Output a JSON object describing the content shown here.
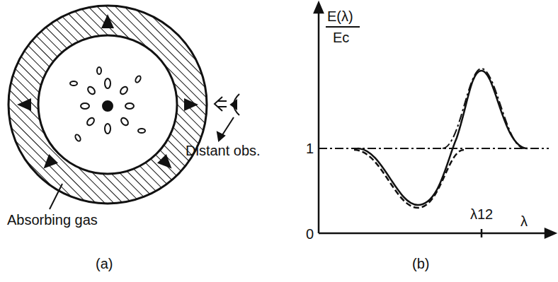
{
  "diagram": {
    "labels": [
      "Absorbing gas",
      "Distant obs.",
      "E(λ)",
      "Ec",
      "1",
      "0",
      "λ12",
      "λ",
      "(a)",
      "(b)"
    ]
  }
}
